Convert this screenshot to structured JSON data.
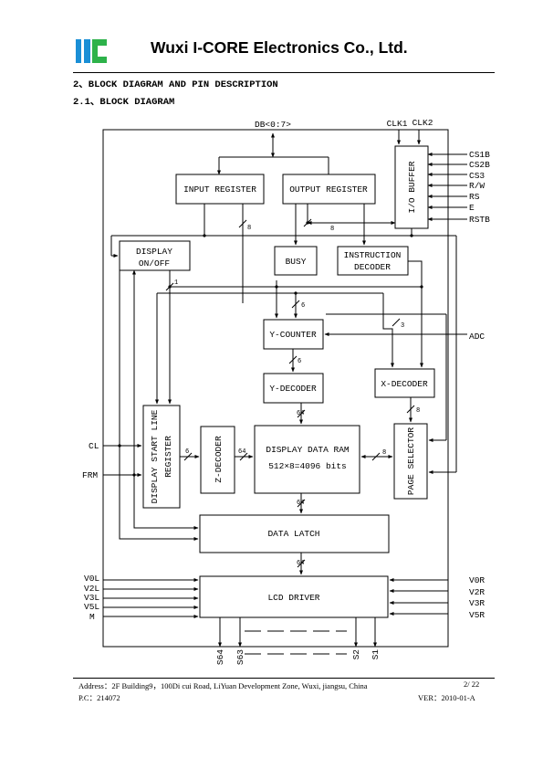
{
  "header": {
    "company": "Wuxi I-CORE Electronics Co., Ltd.",
    "logo": "ic-logo",
    "logo_colors": [
      "#1a8fd6",
      "#2db24a"
    ]
  },
  "section": {
    "title": "2、BLOCK DIAGRAM AND PIN DESCRIPTION",
    "subtitle": "2.1、BLOCK DIAGRAM"
  },
  "diagram": {
    "blocks": {
      "input_register": "INPUT REGISTER",
      "output_register": "OUTPUT REGISTER",
      "io_buffer": "I/O BUFFER",
      "display_onoff_1": "DISPLAY",
      "display_onoff_2": "ON/OFF",
      "busy": "BUSY",
      "instruction_decoder_1": "INSTRUCTION",
      "instruction_decoder_2": "DECODER",
      "y_counter": "Y-COUNTER",
      "y_decoder": "Y-DECODER",
      "x_decoder": "X-DECODER",
      "display_start_line_1": "DISPLAY START LINE",
      "display_start_line_2": "REGISTER",
      "z_decoder": "Z-DECODER",
      "display_data_ram_1": "DISPLAY DATA RAM",
      "display_data_ram_2": "512×8=4096 bits",
      "page_selector": "PAGE SELECTOR",
      "data_latch": "DATA LATCH",
      "lcd_driver": "LCD DRIVER"
    },
    "signals": {
      "db": "DB<0:7>",
      "clk1": "CLK1",
      "clk2": "CLK2",
      "cs1b": "CS1B",
      "cs2b": "CS2B",
      "cs3": "CS3",
      "rw": "R/W",
      "rs": "RS",
      "e": "E",
      "rstb": "RSTB",
      "adc": "ADC",
      "cl": "CL",
      "frm": "FRM",
      "v0l": "V0L",
      "v2l": "V2L",
      "v3l": "V3L",
      "v5l": "V5L",
      "m": "M",
      "v0r": "V0R",
      "v2r": "V2R",
      "v3r": "V3R",
      "v5r": "V5R",
      "s64": "S64",
      "s63": "S63",
      "s2": "S2",
      "s1": "S1"
    },
    "bus_widths": {
      "ir_bus": "8",
      "or_bus": "8",
      "onoff": "1",
      "ycnt_in": "6",
      "xdec_in": "3",
      "ydec_in": "6",
      "ram_in": "64",
      "page_out": "8",
      "zdec_in": "6",
      "zdec_out": "64",
      "page_ram": "8",
      "ram_out": "64",
      "latch_out": "64"
    }
  },
  "footer": {
    "address": "Address：2F Building9，100Di cui Road, LiYuan Development Zone, Wuxi, jiangsu, China",
    "page": "2/ 22",
    "postcode": "P.C：214072",
    "version": "VER：2010-01-A"
  }
}
